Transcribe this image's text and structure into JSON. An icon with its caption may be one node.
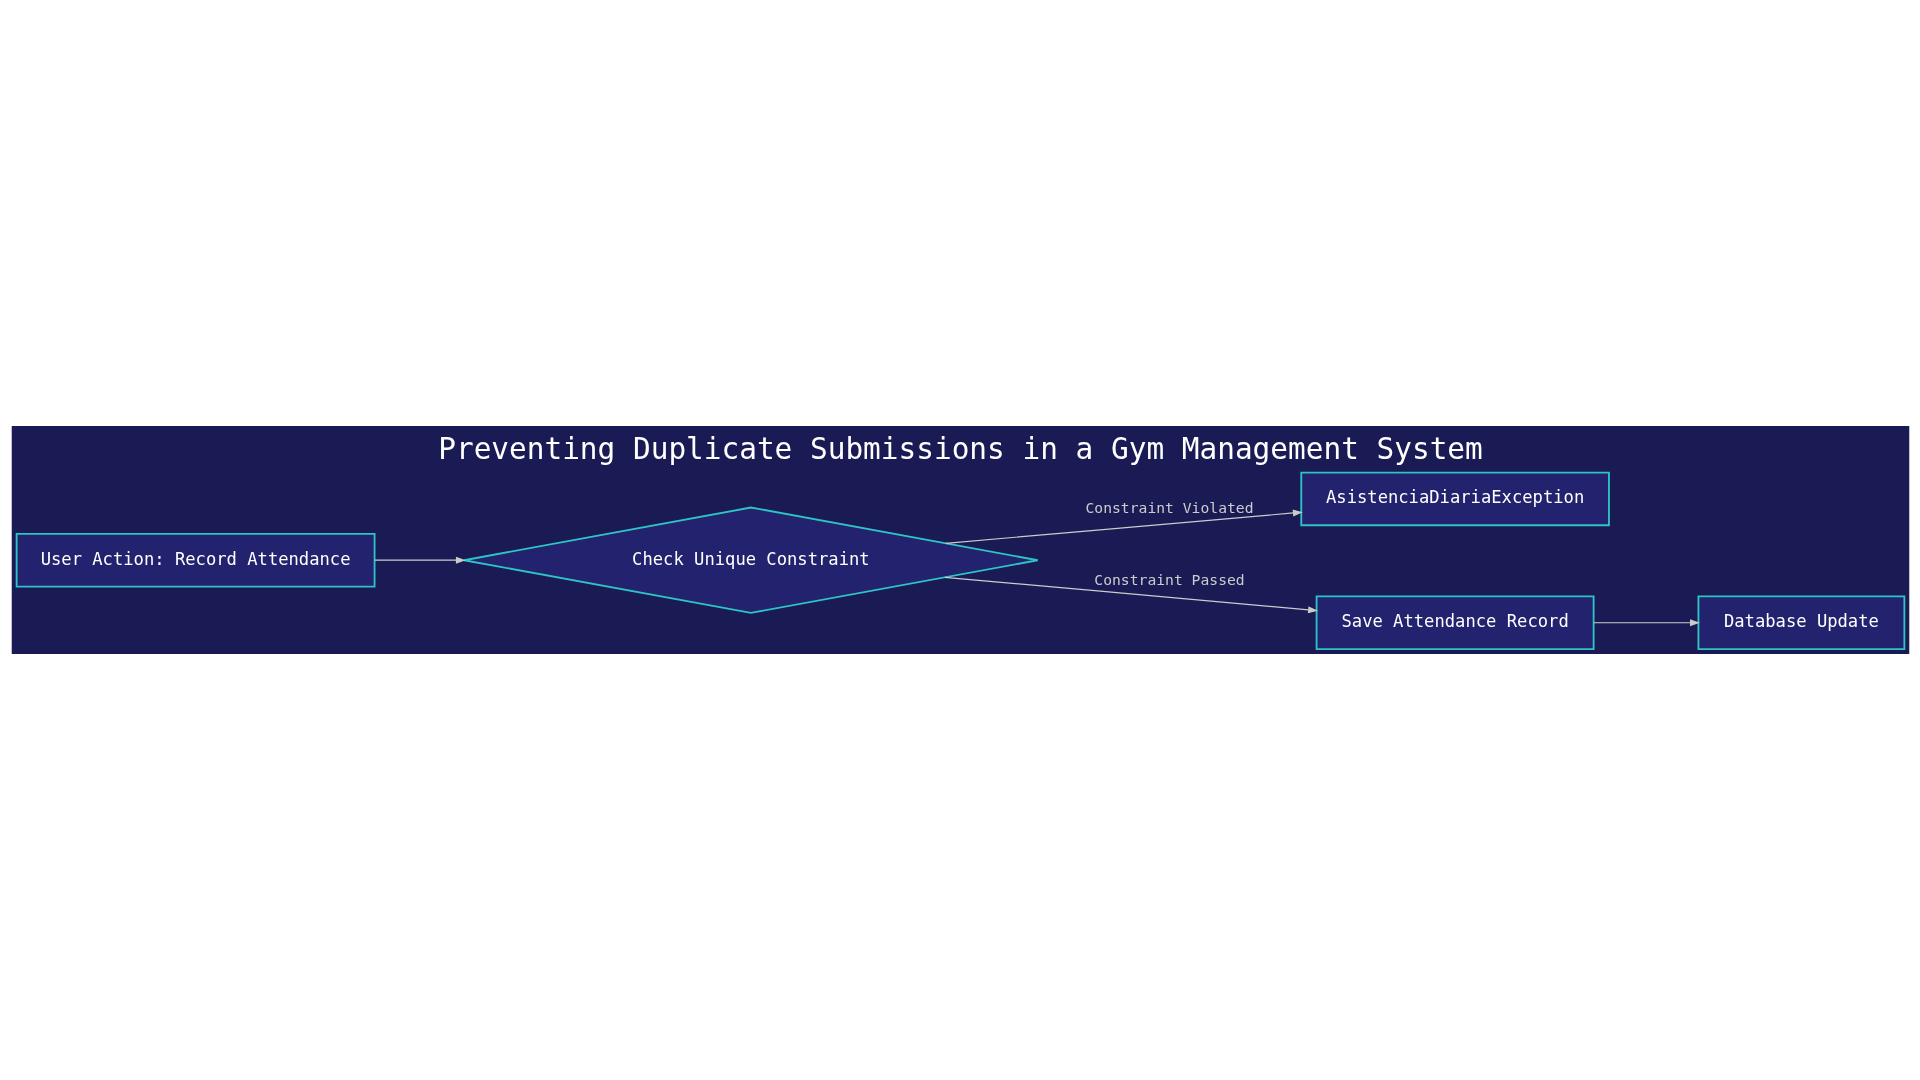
{
  "diagram": {
    "title": "Preventing Duplicate Submissions in a Gym Management System",
    "nodes": [
      {
        "text": [
          "User Action: Record Attendance"
        ]
      },
      {
        "text": [
          "Check Unique Constraint"
        ]
      },
      {
        "text": [
          "AsistenciaDiariaException"
        ]
      },
      {
        "text": [
          "Save Attendance Record"
        ]
      },
      {
        "text": [
          "Database Update"
        ]
      }
    ],
    "edges": [
      {
        "from": 0,
        "to": 1,
        "arrow": "to"
      },
      {
        "from": 1,
        "to": 2,
        "arrow": "to",
        "label": "Constraint Violated"
      },
      {
        "from": 1,
        "to": 3,
        "arrow": "to",
        "label": "Constraint Passed"
      },
      {
        "from": 3,
        "to": 4,
        "arrow": "to"
      }
    ]
  }
}
